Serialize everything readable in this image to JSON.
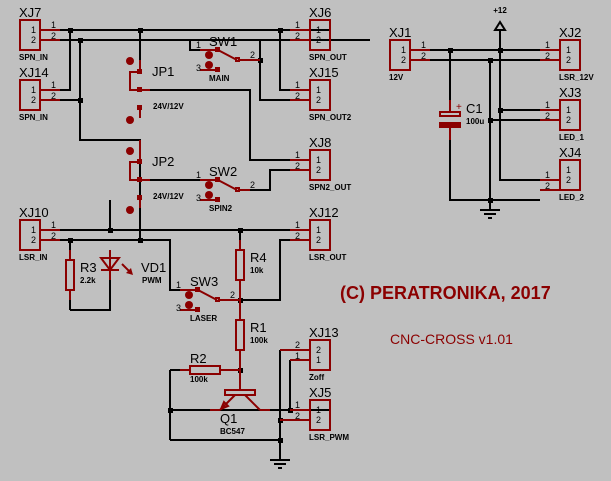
{
  "title": "CNC-CROSS schematic",
  "copyright": "(C) PERATRONIKA, 2017",
  "project": "CNC-CROSS  v1.01",
  "power": {
    "net": "+12"
  },
  "connectors": [
    {
      "ref": "XJ7",
      "value": "SPN_IN",
      "pins": [
        "1",
        "2"
      ]
    },
    {
      "ref": "XJ14",
      "value": "SPN_IN",
      "pins": [
        "1",
        "2"
      ]
    },
    {
      "ref": "XJ6",
      "value": "SPN_OUT",
      "pins": [
        "1",
        "2"
      ]
    },
    {
      "ref": "XJ15",
      "value": "SPN_OUT2",
      "pins": [
        "1",
        "2"
      ]
    },
    {
      "ref": "XJ8",
      "value": "SPN2_OUT",
      "pins": [
        "1",
        "2"
      ]
    },
    {
      "ref": "XJ10",
      "value": "LSR_IN",
      "pins": [
        "1",
        "2"
      ]
    },
    {
      "ref": "XJ12",
      "value": "LSR_OUT",
      "pins": [
        "1",
        "2"
      ]
    },
    {
      "ref": "XJ13",
      "value": "Zoff",
      "pins": [
        "2",
        "1"
      ]
    },
    {
      "ref": "XJ5",
      "value": "LSR_PWM",
      "pins": [
        "1",
        "2"
      ]
    },
    {
      "ref": "XJ1",
      "value": "12V",
      "pins": [
        "1",
        "2"
      ]
    },
    {
      "ref": "XJ2",
      "value": "LSR_12V",
      "pins": [
        "1",
        "2"
      ]
    },
    {
      "ref": "XJ3",
      "value": "LED_1",
      "pins": [
        "1",
        "2"
      ]
    },
    {
      "ref": "XJ4",
      "value": "LED_2",
      "pins": [
        "1",
        "2"
      ]
    }
  ],
  "jumpers": [
    {
      "ref": "JP1",
      "value": "24V/12V"
    },
    {
      "ref": "JP2",
      "value": "24V/12V"
    }
  ],
  "switches": [
    {
      "ref": "SW1",
      "value": "MAIN",
      "pins": [
        "1",
        "2",
        "3"
      ]
    },
    {
      "ref": "SW2",
      "value": "SPIN2",
      "pins": [
        "1",
        "2",
        "3"
      ]
    },
    {
      "ref": "SW3",
      "value": "LASER",
      "pins": [
        "1",
        "2",
        "3"
      ]
    }
  ],
  "resistors": [
    {
      "ref": "R1",
      "value": "100k"
    },
    {
      "ref": "R2",
      "value": "100k"
    },
    {
      "ref": "R3",
      "value": "2.2k"
    },
    {
      "ref": "R4",
      "value": "10k"
    }
  ],
  "capacitor": {
    "ref": "C1",
    "value": "100u",
    "polarity": "+"
  },
  "led": {
    "ref": "VD1",
    "value": "PWM"
  },
  "transistor": {
    "ref": "Q1",
    "value": "BC547"
  }
}
